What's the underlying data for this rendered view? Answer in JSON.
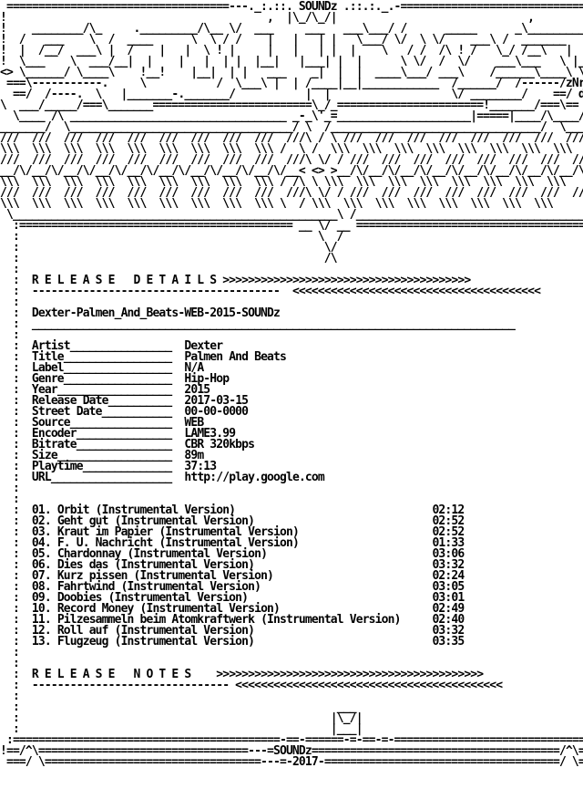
{
  "header": {
    "art_lines": [
      " ===================================---._:.::. SOUNDz .::.:._.-==================================",
      "!                                         ,  |\\_/\\_/|                              ,           ",
      "!    ________/\\_     ._________/\\__ \\/  ___     ___   ___\\___/ /      _____      _\\_________/\\_ !",
      "!  /   ___    \\  /  ____      \\  \\ / /    |   |   | |   \\___/ \\/  \\ \\/    ___\\ /  _______    /!",
      "!  |  /__/  ___\\ |  /    |   |  \\ ! |     |   |   | |  |    \\   / /  /\\ ! /   \\_/ /__\\   |  / !",
      "!  \\___    \\  ___/__|  |    |   |  | |  |__|   |___| |  |      \\ \\/  /  \\/    ___\\___   \\ |__\\ ",
      "<> \\______/ \\____\\    !__!    |__|  | |   ___    _|  |  |  ____\\___/ ___\\    /______\\____\\ \\  <>",
      " ===\\-----------.     \\           /  \\___\\ |  | /____|__|____________  /______/  /------/zNr",
      "  ==/  /----.  \\   |_______-._______/           |  |                   \\/ ________/    ==/ dS!",
      "\\  ___/_____/===\\_______=========================\\_/_=======================!_______/===\\==",
      "  \\____ /\\ __________________________________ _-_\\'_=_____________________|=====|____/\\____/",
      "_______/  \\___________________________________/ \\  /_________________________________/  \\______",
      "///  ///  ///  ///  ///  ///  ///  ///  ///  ///\\ / \\ ///  ///  ///  ///  ///  ///  ///  ///  ///",
      "\\\\\\  \\\\\\  \\\\\\  \\\\\\  \\\\\\  \\\\\\  \\\\\\  \\\\\\  \\\\\\ /  \\ /  \\\\\\  \\\\\\  \\\\\\  \\\\\\  \\\\\\  \\\\\\  \\\\\\  \\\\\\",
      "///  ///  ///  ///  ///  ///  ///  ///  ///  ///\\ \\/ / ///  ///  ///  ///  ///  ///  ///  ///  ///",
      "__/\\/__/\\/__/\\/__/\\/__/\\/__/\\/__/\\/__/\\/__/\\/__< <> >__/\\/__/\\/__/\\/__/\\/__/\\/__/\\/__/\\/__/\\/__",
      "\\\\\\  \\\\\\  \\\\\\  \\\\\\  \\\\\\  \\\\\\  \\\\\\  \\\\\\  \\\\\\ / /\\ \\ \\\\\\  \\\\\\  \\\\\\  \\\\\\  \\\\\\  \\\\\\  \\\\\\  \\\\\\",
      "///  ///  ///  ///  ///  ///  ///  ///  ///  ///\\ \\/ / ///  ///  ///  ///  ///  ///  ///  ///  ///",
      "\\\\\\  \\\\\\  \\\\\\  \\\\\\  \\\\\\  \\\\\\  \\\\\\  \\\\\\  \\\\\\ \\  / \\\\\\  \\\\\\  \\\\\\  \\\\\\  \\\\\\  \\\\\\  \\\\\\  \\\\\\",
      " \\___________________________________________________\\ /________________________________________/",
      "  :=========================================== __ \\/ __ =======================================:",
      "  :                                               \\  /                                          :",
      "  :                                                \\/                                            :",
      "  :                                                /\\                                            :"
    ]
  },
  "sections": {
    "release_details": {
      "title": "R E L E A S E   D E T A I L S",
      "arrows_right": ">>>>>>>>>>>>>>>>>>>>>>>>>>>>>>>>>>>>>>>",
      "arrows_left": "<<<<<<<<<<<<<<<<<<<<<<<<<<<<<<<<<<<<<<<",
      "underline": "---------------------------------------"
    },
    "release_notes": {
      "title": "R E L E A S E   N O T E S",
      "arrows_right": ">>>>>>>>>>>>>>>>>>>>>>>>>>>>>>>>>>>>>>>>>>",
      "arrows_left": "<<<<<<<<<<<<<<<<<<<<<<<<<<<<<<<<<<<<<<<<<<",
      "underline": "-------------------------------"
    }
  },
  "release": {
    "name": "Dexter-Palmen_And_Beats-WEB-2015-SOUNDz",
    "name_rule": "____________________________________________________________________________",
    "fields": [
      {
        "label": "Artist",
        "value": "Dexter"
      },
      {
        "label": "Title",
        "value": "Palmen And Beats"
      },
      {
        "label": "Label",
        "value": "N/A"
      },
      {
        "label": "Genre",
        "value": "Hip-Hop"
      },
      {
        "label": "Year",
        "value": "2015"
      },
      {
        "label": "Release Date",
        "value": "2017-03-15"
      },
      {
        "label": "Street Date",
        "value": "00-00-0000"
      },
      {
        "label": "Source",
        "value": "WEB"
      },
      {
        "label": "Encoder",
        "value": "LAME3.99"
      },
      {
        "label": "Bitrate",
        "value": "CBR 320kbps"
      },
      {
        "label": "Size",
        "value": "89m"
      },
      {
        "label": "Playtime",
        "value": "37:13"
      },
      {
        "label": "URL",
        "value": "http://play.google.com"
      }
    ]
  },
  "tracklist": [
    {
      "num": "01.",
      "title": "Orbit (Instrumental Version)",
      "time": "02:12"
    },
    {
      "num": "02.",
      "title": "Geht gut (Instrumental Version)",
      "time": "02:52"
    },
    {
      "num": "03.",
      "title": "Kraut im Papier (Instrumental Version)",
      "time": "02:52"
    },
    {
      "num": "04.",
      "title": "F. U. Nachricht (Instrumental Version)",
      "time": "01:33"
    },
    {
      "num": "05.",
      "title": "Chardonnay (Instrumental Version)",
      "time": "03:06"
    },
    {
      "num": "06.",
      "title": "Dies das (Instrumental Version)",
      "time": "03:32"
    },
    {
      "num": "07.",
      "title": "Kurz pissen (Instrumental Version)",
      "time": "02:24"
    },
    {
      "num": "08.",
      "title": "Fahrtwind (Instrumental Version)",
      "time": "03:05"
    },
    {
      "num": "09.",
      "title": "Doobies (Instrumental Version)",
      "time": "03:01"
    },
    {
      "num": "10.",
      "title": "Record Money (Instrumental Version)",
      "time": "02:49"
    },
    {
      "num": "11.",
      "title": "Pilzesammeln beim Atomkraftwerk (Instrumental Version)",
      "time": "02:40"
    },
    {
      "num": "12.",
      "title": "Roll auf (Instrumental Version)",
      "time": "03:32"
    },
    {
      "num": "13.",
      "title": "Flugzeug (Instrumental Version)",
      "time": "03:35"
    }
  ],
  "footer": {
    "crown_lines": [
      "  :                                                  ___                                         :",
      "  :                                                 |\\_/|                                        :",
      "  :                                                 |___|                                        :"
    ],
    "rule_top": " :==========================================-==-======-=-==-=-===============================:",
    "label_soundz": "SOUNDz",
    "label_year": "2017",
    "rule_mid_left": "!==/^\\=================================---=",
    "rule_mid_right": "=======================================/^\\==!",
    "rule_bot_left": " ===/ \\==================================---=",
    "rule_bot_right": "=====================================/ \\====="
  }
}
